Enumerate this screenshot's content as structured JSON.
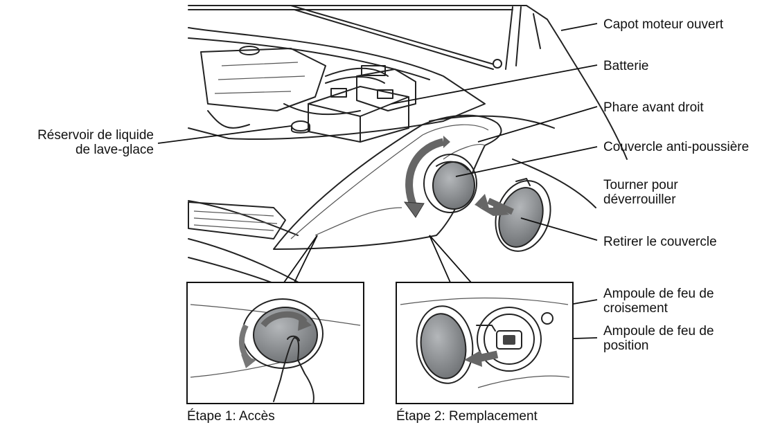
{
  "labels": {
    "hood": "Capot moteur ouvert",
    "battery": "Batterie",
    "headlight": "Phare avant droit",
    "dust_cover": "Couvercle anti-poussière",
    "turn_line1": "Tourner pour",
    "turn_line2": "déverrouiller",
    "remove_cover": "Retirer le couvercle",
    "reservoir_line1": "Réservoir de liquide",
    "reservoir_line2": "de lave-glace",
    "low_beam_line1": "Ampoule de feu de",
    "low_beam_line2": "croisement",
    "position_line1": "Ampoule de feu de",
    "position_line2": "position"
  },
  "captions": {
    "step1": "Étape 1: Accès",
    "step2": "Étape 2: Remplacement"
  },
  "colors": {
    "ink": "#222222",
    "lens": "#e4e6e8",
    "cap": "#8a8d90",
    "arrow": "#555555"
  }
}
